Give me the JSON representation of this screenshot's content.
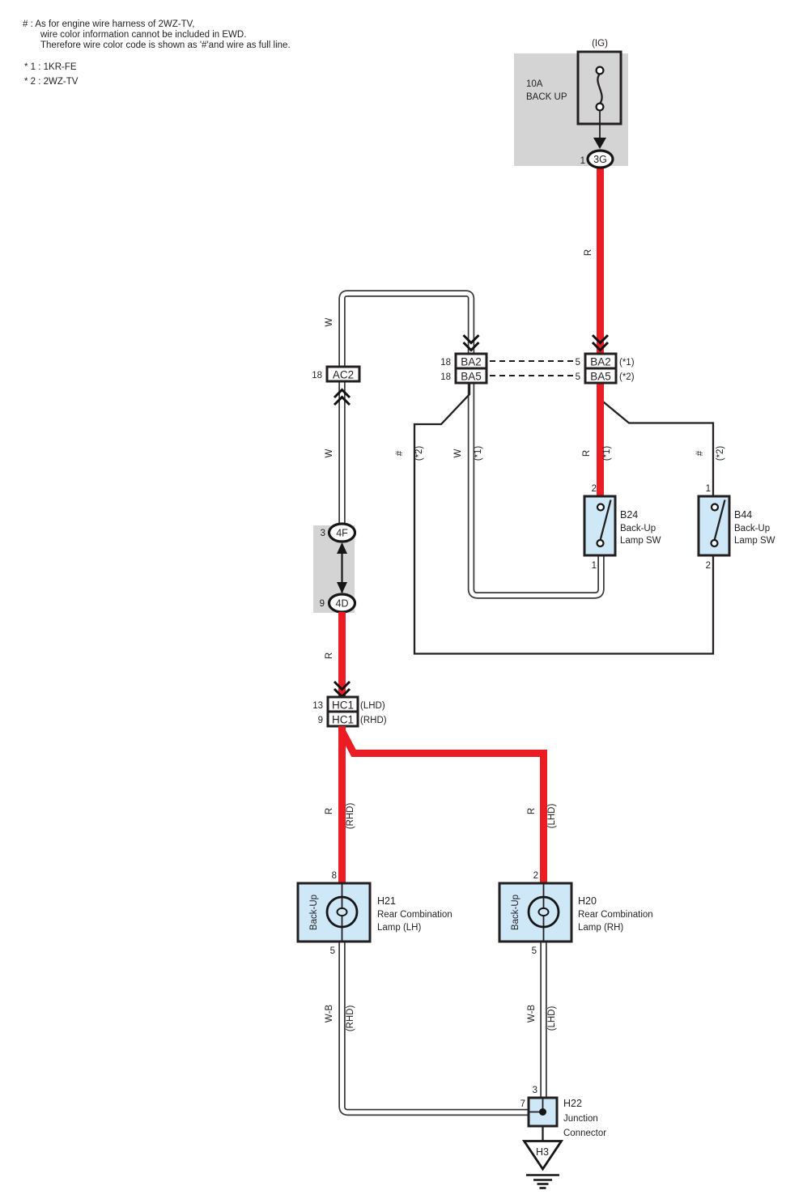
{
  "colors": {
    "red": "#ec1c24",
    "component_fill": "#cfe8f7",
    "gray": "#d4d4d4",
    "line": "#231f20"
  },
  "notes": {
    "hash1": "# : As for engine wire harness of 2WZ-TV,",
    "hash2": "wire color information cannot be included in EWD.",
    "hash3": "Therefore wire color code is shown as '#'and wire as full line.",
    "star1": "* 1 : 1KR-FE",
    "star2": "* 2 : 2WZ-TV"
  },
  "fuse": {
    "circuit": "(IG)",
    "rating": "10A",
    "name": "BACK UP",
    "pin": "1",
    "connector": "3G"
  },
  "wires": {
    "r": "R",
    "w": "W",
    "wb": "W-B",
    "hash": "#",
    "v1": "(*1)",
    "v2": "(*2)",
    "rhd": "(RHD)",
    "lhd": "(LHD)"
  },
  "connectors": {
    "ac2": {
      "pin": "18",
      "label": "AC2"
    },
    "ba2_body": {
      "pin": "18",
      "label": "BA2"
    },
    "ba5_body": {
      "pin": "18",
      "label": "BA5"
    },
    "ba2_engine": {
      "pin": "5",
      "label": "BA2",
      "variant": "(*1)"
    },
    "ba5_engine": {
      "pin": "5",
      "label": "BA5",
      "variant": "(*2)"
    },
    "c4f": {
      "pin": "3",
      "label": "4F"
    },
    "c4d": {
      "pin": "9",
      "label": "4D"
    },
    "hc1_top": {
      "pin": "13",
      "label": "HC1",
      "variant": "(LHD)"
    },
    "hc1_bottom": {
      "pin": "9",
      "label": "HC1",
      "variant": "(RHD)"
    }
  },
  "components": {
    "b24": {
      "id": "B24",
      "name1": "Back-Up",
      "name2": "Lamp SW",
      "pin_top": "2",
      "pin_bottom": "1"
    },
    "b44": {
      "id": "B44",
      "name1": "Back-Up",
      "name2": "Lamp SW",
      "pin_top": "1",
      "pin_bottom": "2"
    },
    "h21": {
      "id": "H21",
      "name1": "Rear Combination",
      "name2": "Lamp (LH)",
      "bulb": "Back-Up",
      "pin_top": "8",
      "pin_bottom": "5"
    },
    "h20": {
      "id": "H20",
      "name1": "Rear Combination",
      "name2": "Lamp (RH)",
      "bulb": "Back-Up",
      "pin_top": "2",
      "pin_bottom": "5"
    },
    "h22": {
      "id": "H22",
      "name1": "Junction",
      "name2": "Connector",
      "pin_top": "3",
      "pin_left": "7"
    },
    "h3": {
      "id": "H3"
    }
  }
}
